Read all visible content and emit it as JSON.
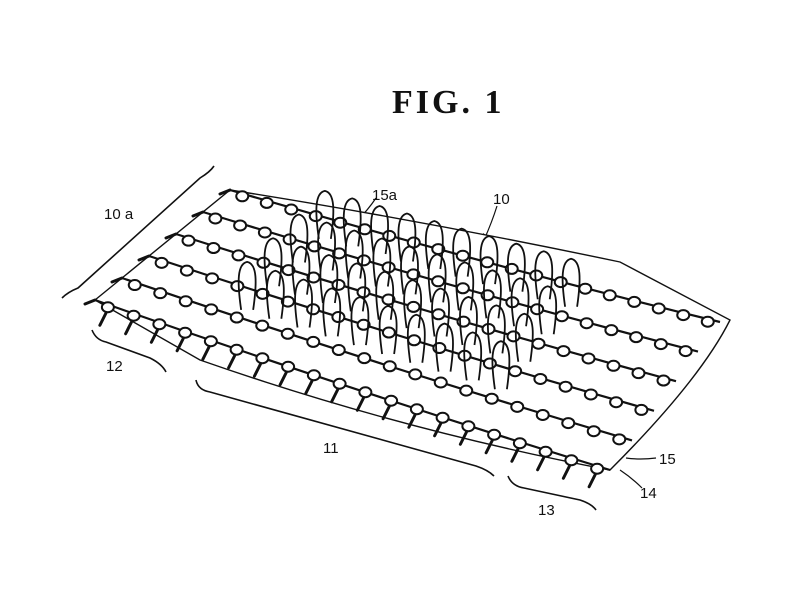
{
  "figure": {
    "title": "FIG. 1",
    "labels": {
      "l10a": "10 a",
      "l15a": "15a",
      "l10": "10",
      "l12": "12",
      "l11": "11",
      "l13": "13",
      "l15": "15",
      "l14": "14"
    }
  },
  "colors": {
    "ink": "#111111",
    "paper": "#ffffff"
  }
}
